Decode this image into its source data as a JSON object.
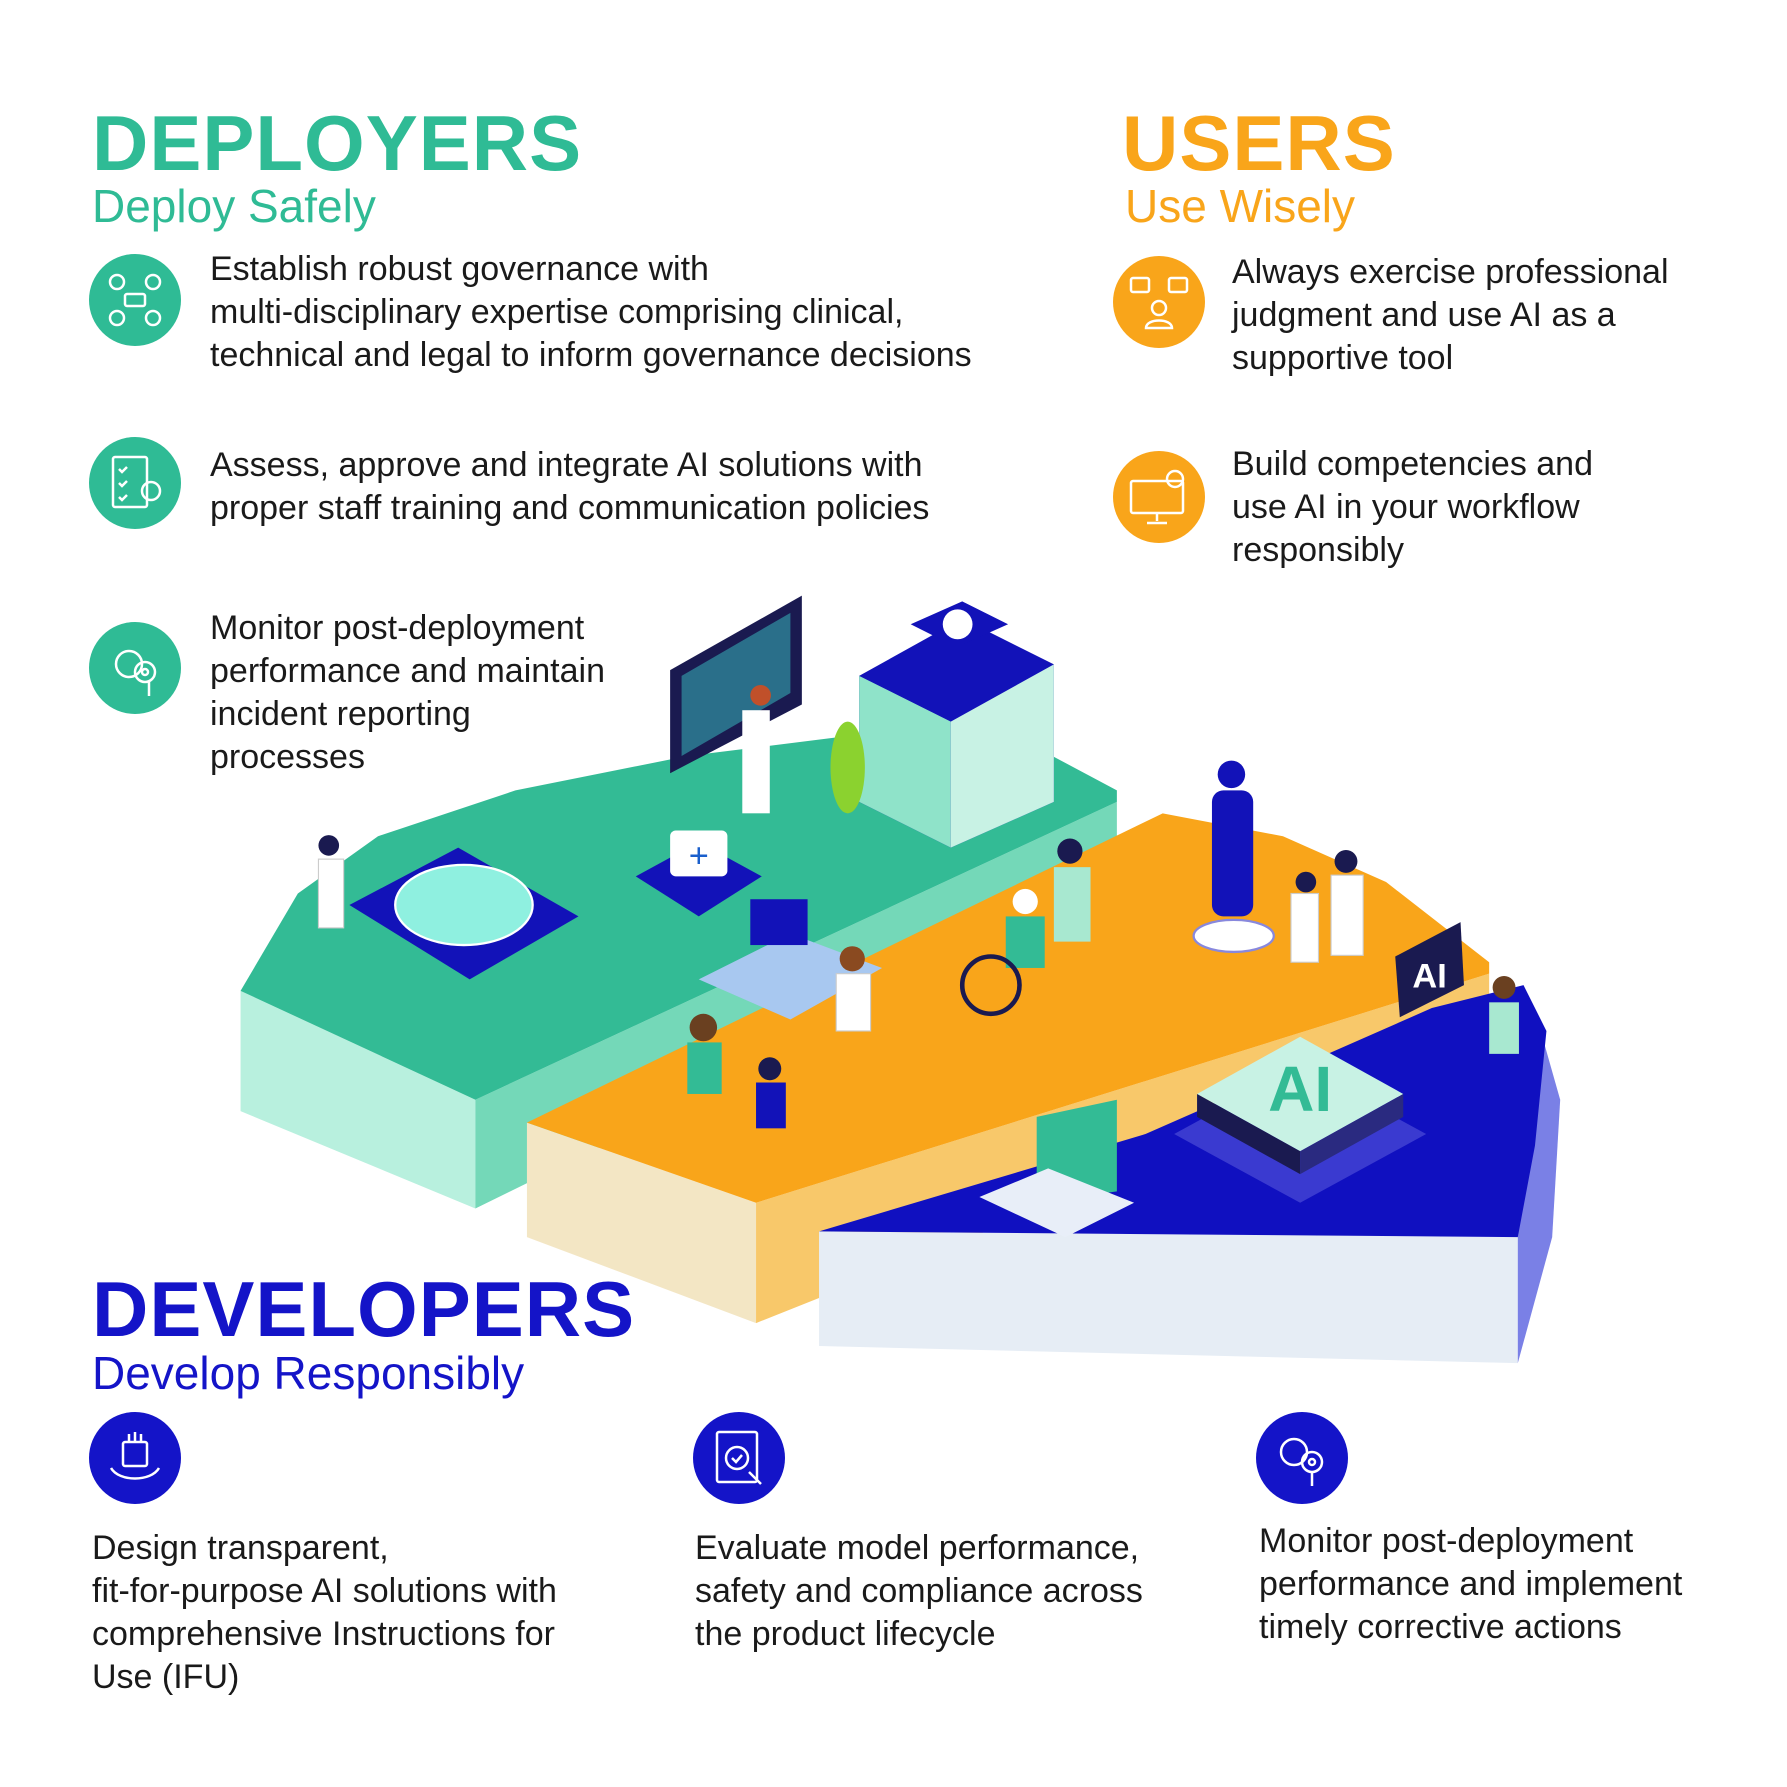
{
  "deployers": {
    "title": "DEPLOYERS",
    "subtitle": "Deploy Safely",
    "color": "#2fbb95",
    "items": [
      {
        "icon": "team-network-icon",
        "lines": [
          "Establish robust governance with",
          "multi-disciplinary expertise comprising clinical,",
          "technical and legal to inform governance decisions"
        ]
      },
      {
        "icon": "checklist-gear-icon",
        "lines": [
          "Assess, approve and integrate AI solutions with",
          "proper staff training and communication policies"
        ]
      },
      {
        "icon": "monitor-eye-gear-icon",
        "lines": [
          "Monitor post-deployment",
          "performance and maintain",
          "incident reporting",
          "processes"
        ]
      }
    ]
  },
  "users": {
    "title": "USERS",
    "subtitle": "Use Wisely",
    "color": "#f9a51a",
    "items": [
      {
        "icon": "person-decision-icon",
        "lines": [
          "Always exercise professional",
          "judgment and use AI as a",
          "supportive tool"
        ]
      },
      {
        "icon": "ai-workstation-icon",
        "lines": [
          "Build competencies and",
          "use AI in your workflow",
          "responsibly"
        ]
      }
    ]
  },
  "developers": {
    "title": "DEVELOPERS",
    "subtitle": "Develop Responsibly",
    "color": "#1414c8",
    "items": [
      {
        "icon": "ai-chip-hand-icon",
        "lines": [
          "Design transparent,",
          "fit-for-purpose AI solutions with",
          "comprehensive Instructions for",
          "Use (IFU)"
        ]
      },
      {
        "icon": "document-check-icon",
        "lines": [
          "Evaluate model performance,",
          "safety and compliance across",
          "the product lifecycle"
        ]
      },
      {
        "icon": "gear-eye-monitor-icon",
        "lines": [
          "Monitor post-deployment",
          "performance and implement",
          "timely corrective actions"
        ]
      }
    ]
  },
  "illustration": {
    "chip_label": "AI",
    "screen_label": "AI"
  }
}
